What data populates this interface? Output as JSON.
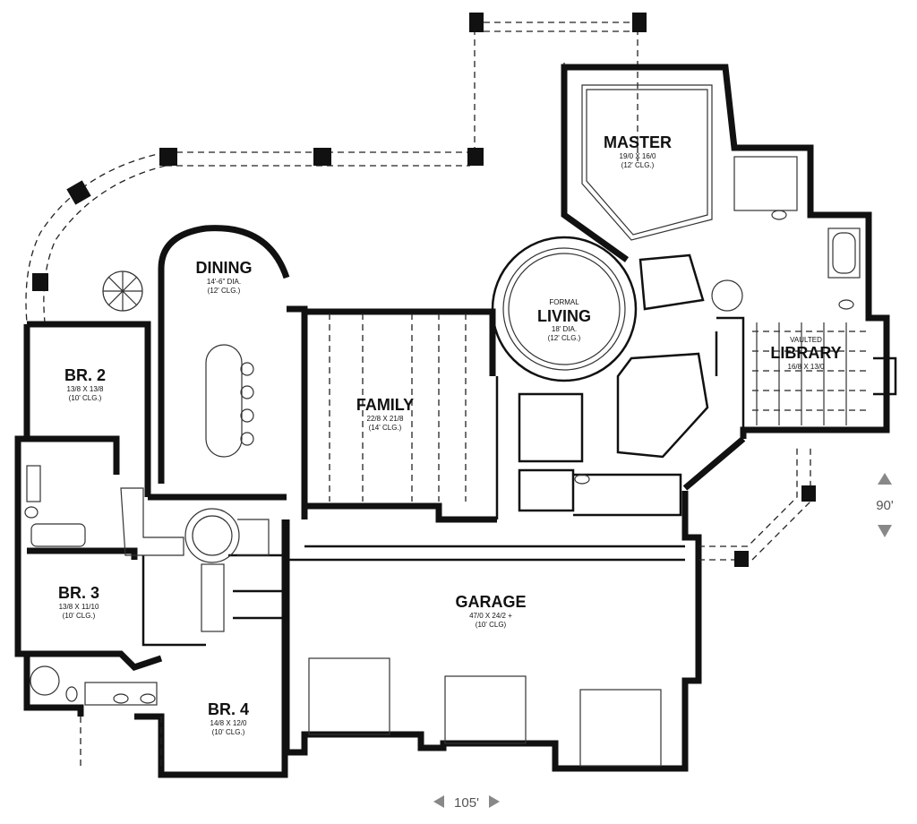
{
  "rooms": {
    "master": {
      "name": "MASTER",
      "dim": "19/0 X 16/0",
      "clg": "(12' CLG.)"
    },
    "dining": {
      "name": "DINING",
      "dim": "14'-6\" DIA.",
      "clg": "(12' CLG.)"
    },
    "living": {
      "pre": "FORMAL",
      "name": "LIVING",
      "dim": "18' DIA.",
      "clg": "(12' CLG.)"
    },
    "library": {
      "pre": "VAULTED",
      "name": "LIBRARY",
      "dim": "16/8 X 13/0"
    },
    "family": {
      "name": "FAMILY",
      "dim": "22/8 X 21/8",
      "clg": "(14' CLG.)"
    },
    "br2": {
      "name": "BR. 2",
      "dim": "13/8 X 13/8",
      "clg": "(10' CLG.)"
    },
    "br3": {
      "name": "BR. 3",
      "dim": "13/8 X 11/10",
      "clg": "(10' CLG.)"
    },
    "br4": {
      "name": "BR. 4",
      "dim": "14/8 X 12/0",
      "clg": "(10' CLG.)"
    },
    "garage": {
      "name": "GARAGE",
      "dim": "47/0 X 24/2 +",
      "clg": "(10' CLG)"
    }
  },
  "overall": {
    "width": "105'",
    "depth": "90'"
  }
}
